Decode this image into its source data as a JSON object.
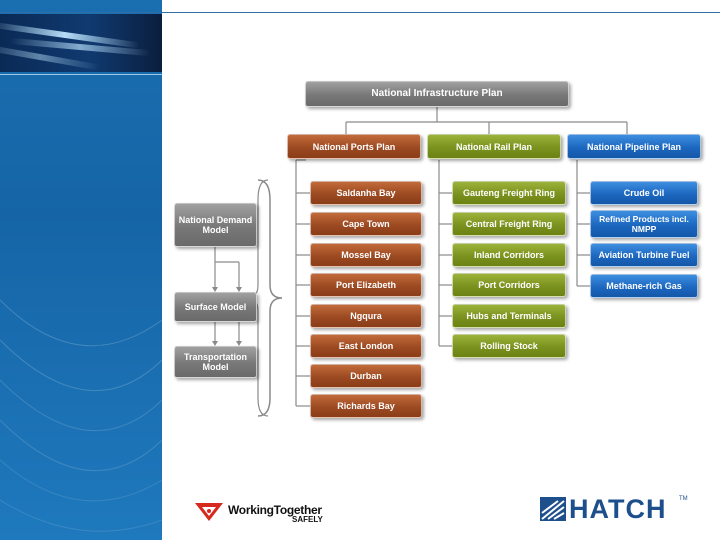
{
  "diagram": {
    "root": "National Infrastructure Plan",
    "plans": [
      {
        "label": "National Ports Plan",
        "items": [
          "Saldanha Bay",
          "Cape Town",
          "Mossel Bay",
          "Port Elizabeth",
          "Ngqura",
          "East London",
          "Durban",
          "Richards Bay"
        ]
      },
      {
        "label": "National Rail Plan",
        "items": [
          "Gauteng Freight Ring",
          "Central Freight Ring",
          "Inland Corridors",
          "Port Corridors",
          "Hubs and Terminals",
          "Rolling Stock"
        ]
      },
      {
        "label": "National Pipeline Plan",
        "items": [
          "Crude Oil",
          "Refined Products incl. NMPP",
          "Aviation Turbine Fuel",
          "Methane-rich Gas"
        ]
      }
    ],
    "models": [
      "National Demand Model",
      "Surface Model",
      "Transportation Model"
    ]
  },
  "footer": {
    "working_together": "WorkingTogether",
    "safely": "SAFELY",
    "company": "HATCH",
    "trademark": "TM"
  },
  "colors": {
    "ports": "#9c4a22",
    "rail": "#7a921e",
    "pipeline": "#1c67bf",
    "models": "#787878",
    "brand": "#1c4f8c"
  }
}
